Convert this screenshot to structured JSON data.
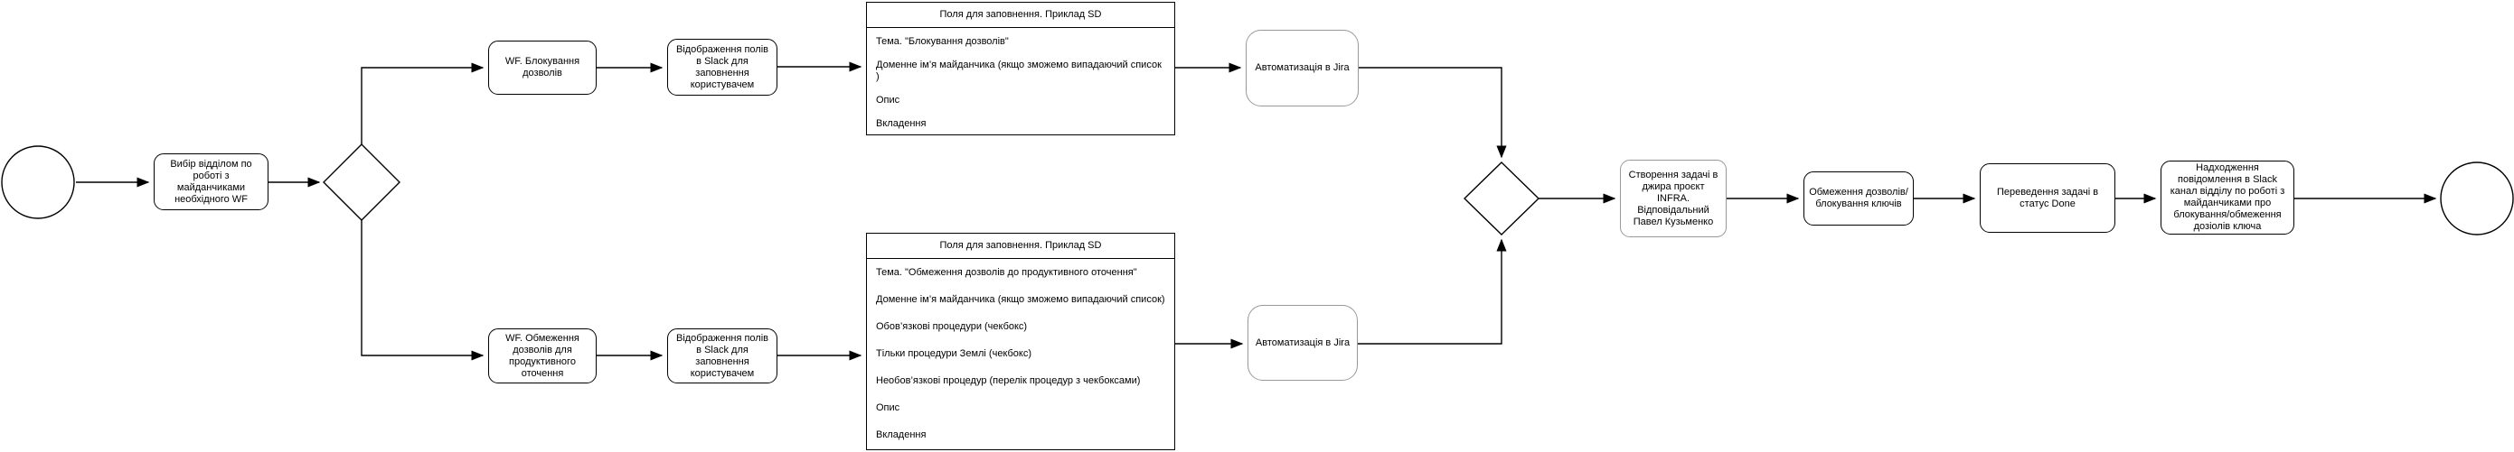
{
  "nodes": {
    "select_wf": {
      "label": "Вибір відділом по роботі з майданчиками необхідного WF"
    },
    "wf_block": {
      "label": "WF. Блокування дозволів"
    },
    "slack_fields_top": {
      "label": "Відображення полів в Slack для заповнення користувачем"
    },
    "fields_top": {
      "title": "Поля для заповнення. Приклад SD",
      "rows": [
        "Тема. \"Блокування дозволів\"",
        "Доменне ім’я майданчика (якщо зможемо випадаючий список )",
        "Опис",
        "Вкладення"
      ]
    },
    "jira_top": {
      "label": "Автоматизація в Jira"
    },
    "wf_limit": {
      "label": "WF. Обмеження дозволів для продуктивного оточення"
    },
    "slack_fields_bottom": {
      "label": "Відображення полів в Slack для заповнення користувачем"
    },
    "fields_bottom": {
      "title": "Поля для заповнення. Приклад SD",
      "rows": [
        "Тема. \"Обмеження дозволів до продуктивного оточення\"",
        "Доменне ім’я майданчика (якщо зможемо випадаючий список)",
        "Обов’язкові процедури (чекбокс)",
        "Тільки процедури Землі (чекбокс)",
        "Необов’язкові процедур (перелік процедур з чекбоксами)",
        "Опис",
        "Вкладення"
      ]
    },
    "jira_bottom": {
      "label": "Автоматизація в Jira"
    },
    "create_task": {
      "label": "Створення задачі в джира проєкт INFRA. Відповідальний Павел Кузьменко"
    },
    "limit_keys": {
      "label": "Обмеження дозволів/ блокування ключів"
    },
    "done_status": {
      "label": "Переведення задачі в статус Done"
    },
    "slack_notify": {
      "label": "Надходження повідомлення в Slack канал  відділу по роботі з майданчиками про блокування/обмеження дозіолів ключа"
    }
  },
  "colors": {
    "line": "#000000",
    "box_border": "#000000",
    "jira_border": "#999999",
    "background": "#ffffff"
  }
}
